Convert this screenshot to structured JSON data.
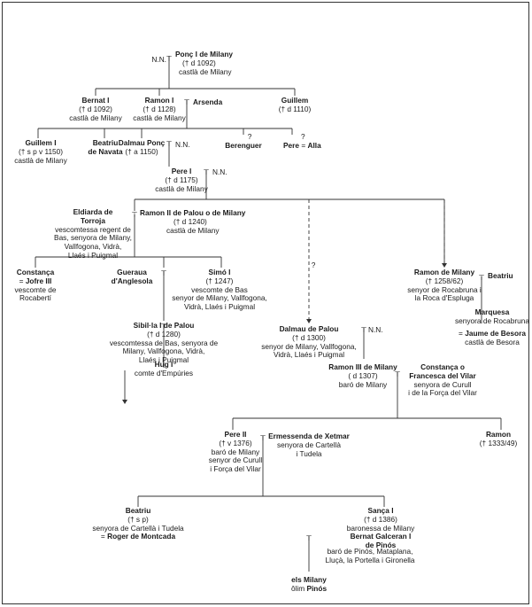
{
  "persons": {
    "nn1": {
      "name": "N.N."
    },
    "ponc": {
      "name": "Ponç I de Milany",
      "lines": [
        "(† d 1092)",
        "castlà de Milany"
      ]
    },
    "bernat": {
      "name": "Bernat I",
      "lines": [
        "(† d 1092)",
        "castlà de Milany"
      ]
    },
    "ramon1": {
      "name": "Ramon I",
      "lines": [
        "(† d 1128)",
        "castlà de Milany"
      ]
    },
    "arsenda": {
      "name": "Arsenda"
    },
    "guillem": {
      "name": "Guillem",
      "lines": [
        "(† d 1110)"
      ]
    },
    "guillem1": {
      "name": "Guillem I",
      "lines": [
        "(† s p v 1150)",
        "castlà de Milany"
      ]
    },
    "beatriu_navata": {
      "name": "Beatriu",
      "name2": "de Navata"
    },
    "dalmau_ponc": {
      "name": "Dalmau Ponç",
      "lines": [
        "(† a 1150)"
      ]
    },
    "nn2": {
      "name": "N.N."
    },
    "berenguer": {
      "name": "Berenguer",
      "q": "?"
    },
    "pere_alla": {
      "name": "Pere",
      "q": "?",
      "spouse_sign": "=",
      "spouse": "Alla"
    },
    "pere1": {
      "name": "Pere I",
      "lines": [
        "(† d 1175)",
        "castlà de Milany"
      ]
    },
    "nn3": {
      "name": "N.N."
    },
    "eldiarda": {
      "name": "Eldiarda de",
      "name2": "Torroja",
      "lines": [
        "vescomtessa regent de",
        "Bas, senyora de Milany,",
        "Vallfogona, Vidrà,",
        "Llaés i Puigmal"
      ]
    },
    "ramon2": {
      "name": "Ramon II de Palou o de Milany",
      "lines": [
        "(† d 1240)",
        "castlà de Milany"
      ]
    },
    "q_mid": "?",
    "constanca": {
      "name": "Constança",
      "spouse_sign": "=",
      "spouse": "Jofre III",
      "lines": [
        "vescomte de",
        "Rocabertí"
      ]
    },
    "gueraua": {
      "name": "Gueraua",
      "name2": "d'Anglesola"
    },
    "simo": {
      "name": "Simó I",
      "lines": [
        "(† 1247)",
        "vescomte de Bas",
        "senyor de Milany, Vallfogona,",
        "Vidrà, Llaés i Puigmal"
      ]
    },
    "ramon_rocabruna": {
      "name": "Ramon de Milany",
      "lines": [
        "(† 1258/62)",
        "senyor de Rocabruna i",
        "la Roca d'Espluga"
      ]
    },
    "beatriu_rocabruna": {
      "name": "Beatriu"
    },
    "marquesa": {
      "name": "Marquesa",
      "lines": [
        "senyora de Rocabruna"
      ]
    },
    "jaume": {
      "spouse_sign": "=",
      "spouse": "Jaume de Besora",
      "lines": [
        "castlà de Besora"
      ]
    },
    "sibilia": {
      "name": "Sibil·la I de Palou",
      "lines": [
        "(† d 1280)",
        "vescomtessa de Bas, senyora de",
        "Milany, Vallfogona, Vidrà,",
        "Llaés i Puigmal"
      ]
    },
    "hug": {
      "name": "Hug I",
      "lines": [
        "comte d'Empúries"
      ]
    },
    "dalmau_palou": {
      "name": "Dalmau de Palou",
      "lines": [
        "(† d 1300)",
        "senyor de Milany, Vallfogona,",
        "Vidrà, Llaés i Puigmal"
      ]
    },
    "nn4": {
      "name": "N.N."
    },
    "ramon3": {
      "name": "Ramon III de Milany",
      "lines": [
        "(  d 1307)",
        "baró de Milany"
      ]
    },
    "constanca_vilar": {
      "name": "Constança o",
      "name2": "Francesca del Vilar",
      "lines": [
        "senyora de Curull",
        "i de la Força del Vilar"
      ]
    },
    "pere2": {
      "name": "Pere II",
      "lines": [
        "(† v 1376)",
        "baró de Milany",
        "senyor de Curull",
        "i Força del Vilar"
      ]
    },
    "ermessenda": {
      "name": "Ermessenda de Xetmar",
      "lines": [
        "senyora de Cartellà",
        "i Tudela"
      ]
    },
    "ramon_last": {
      "name": "Ramon",
      "lines": [
        "(† 1333/49)"
      ]
    },
    "beatriu_cartella": {
      "name": "Beatriu",
      "lines": [
        "(† s p)",
        "senyora de Cartellà i Tudela"
      ],
      "spouse_sign": "=",
      "spouse": "Roger de Montcada"
    },
    "sanca": {
      "name": "Sança I",
      "lines": [
        "(† d 1386)",
        "baronessa de Milany"
      ],
      "spouse_name": "Bernat Galceran I",
      "spouse_name2": "de Pinós"
    },
    "galceran_titles": {
      "lines": [
        "baró de Pinós, Mataplana,",
        "Lluçà, la Portella i Gironella"
      ]
    },
    "milany_pinos": {
      "name": "els Milany",
      "pre": "ôlim",
      "name2": "Pinós"
    }
  }
}
